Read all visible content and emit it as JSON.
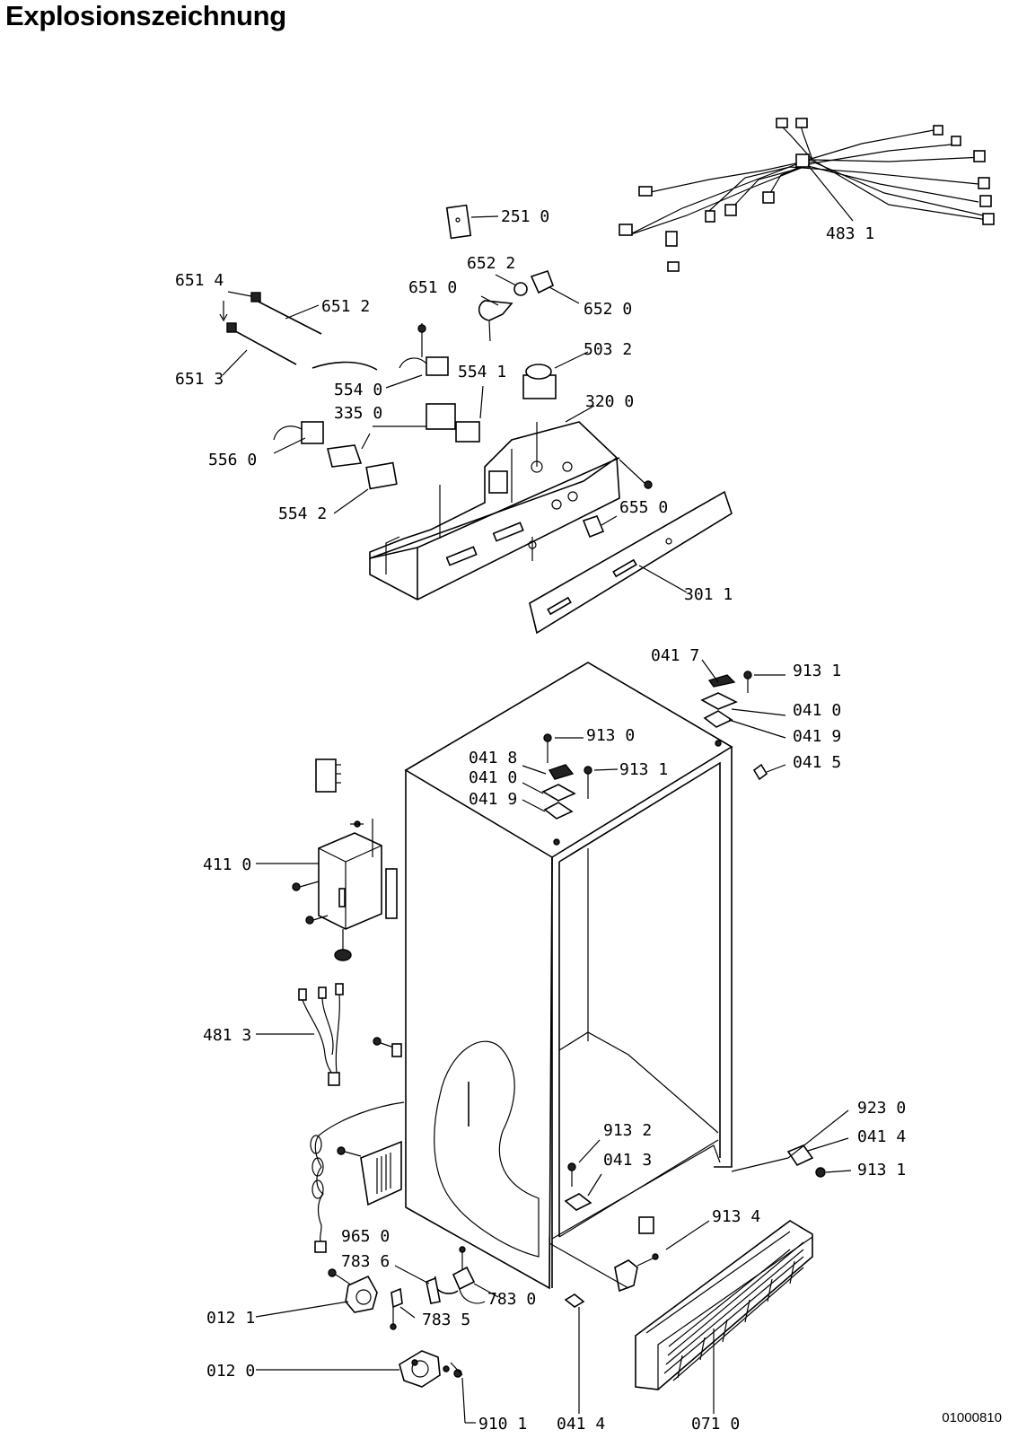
{
  "title": "Explosionszeichnung",
  "doc_number": "01000810",
  "part_labels": {
    "p4831": "483 1",
    "p2510": "251 0",
    "p6522": "652 2",
    "p6510": "651 0",
    "p6520": "652 0",
    "p6514": "651 4",
    "p6512": "651 2",
    "p6513": "651 3",
    "p5032": "503 2",
    "p5541": "554 1",
    "p5540": "554 0",
    "p3350": "335 0",
    "p3200": "320 0",
    "p5560": "556 0",
    "p5542": "554 2",
    "p6550": "655 0",
    "p3011": "301 1",
    "p0417": "041 7",
    "p9131a": "913 1",
    "p0410a": "041 0",
    "p0419a": "041 9",
    "p9130": "913 0",
    "p0418": "041 8",
    "p9131b": "913 1",
    "p0410b": "041 0",
    "p0415": "041 5",
    "p0419b": "041 9",
    "p4110": "411 0",
    "p4813": "481 3",
    "p9230": "923 0",
    "p0414a": "041 4",
    "p9131c": "913 1",
    "p9132": "913 2",
    "p0413": "041 3",
    "p9134": "913 4",
    "p9650": "965 0",
    "p7836": "783 6",
    "p7830": "783 0",
    "p7835": "783 5",
    "p0121": "012 1",
    "p0120": "012 0",
    "p9101": "910 1",
    "p0414b": "041 4",
    "p0710": "071 0"
  }
}
